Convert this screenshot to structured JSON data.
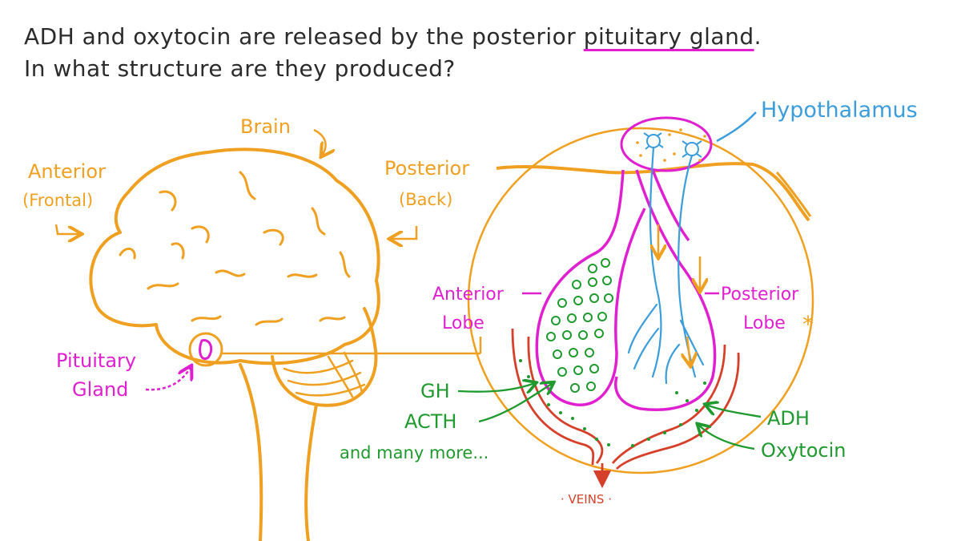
{
  "question": {
    "line1_start": "ADH and oxytocin are released by the posterior",
    "line1_underlined": "pituitary gland",
    "line1_end": ".",
    "line2": "In what structure are they produced?"
  },
  "labels": {
    "brain": "Brain",
    "anterior": "Anterior",
    "frontal": "(Frontal)",
    "posterior": "Posterior",
    "back": "(Back)",
    "pituitary_line1": "Pituitary",
    "pituitary_line2": "Gland",
    "hypothalamus": "Hypothalamus",
    "anterior_lobe_line1": "Anterior",
    "anterior_lobe_line2": "Lobe",
    "posterior_lobe_line1": "Posterior",
    "posterior_lobe_line2": "Lobe",
    "asterisk": "*",
    "gh": "GH",
    "acth": "ACTH",
    "many_more": "and many more...",
    "adh": "ADH",
    "oxytocin": "Oxytocin",
    "veins": "· VEINS ·"
  },
  "colors": {
    "text": "#2b2b2b",
    "brain": "#f0a020",
    "magenta": "#e020d0",
    "blue": "#3b9ddb",
    "green": "#1f9a2e",
    "red": "#d6402a"
  }
}
